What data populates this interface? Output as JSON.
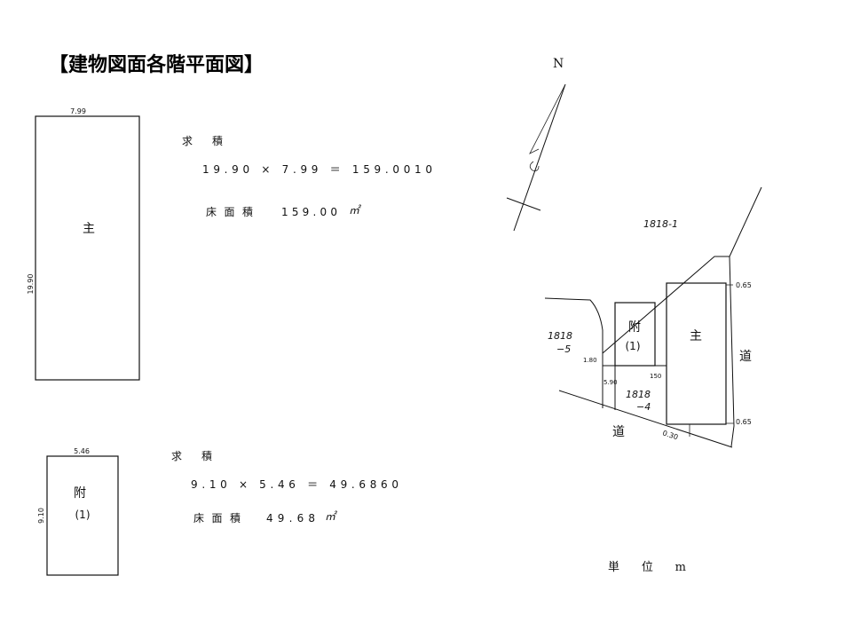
{
  "title": "【建物図面各階平面図】",
  "floors": [
    {
      "label": "主",
      "width_dim": "7.99",
      "height_dim": "19.90",
      "calc_heading": "求　積",
      "calc_formula": "19.90 × 7.99 ＝ 159.0010",
      "area_label": "床面積",
      "area_value": "159.00",
      "area_unit": "㎡"
    },
    {
      "label": "附",
      "label_sub": "(1)",
      "width_dim": "5.46",
      "height_dim": "9.10",
      "calc_heading": "求　積",
      "calc_formula": "9.10 × 5.46 ＝ 49.6860",
      "area_label": "床面積",
      "area_value": "49.68",
      "area_unit": "㎡"
    }
  ],
  "site_plan": {
    "north_label": "N",
    "parcels": {
      "north": "1818-1",
      "west_line1": "1818",
      "west_line2": "−5",
      "south_line1": "1818",
      "south_line2": "−4"
    },
    "buildings": {
      "main": "主",
      "annex": "附",
      "annex_sub": "(1)"
    },
    "roads": {
      "east": "道",
      "south": "道"
    },
    "dimensions": {
      "top_right": "0.65",
      "bottom_right": "0.65",
      "left": "1.80",
      "annex_right": "150",
      "lower_left": "5.90",
      "bottom": "0.30"
    },
    "unit_note": "単　位　m"
  }
}
